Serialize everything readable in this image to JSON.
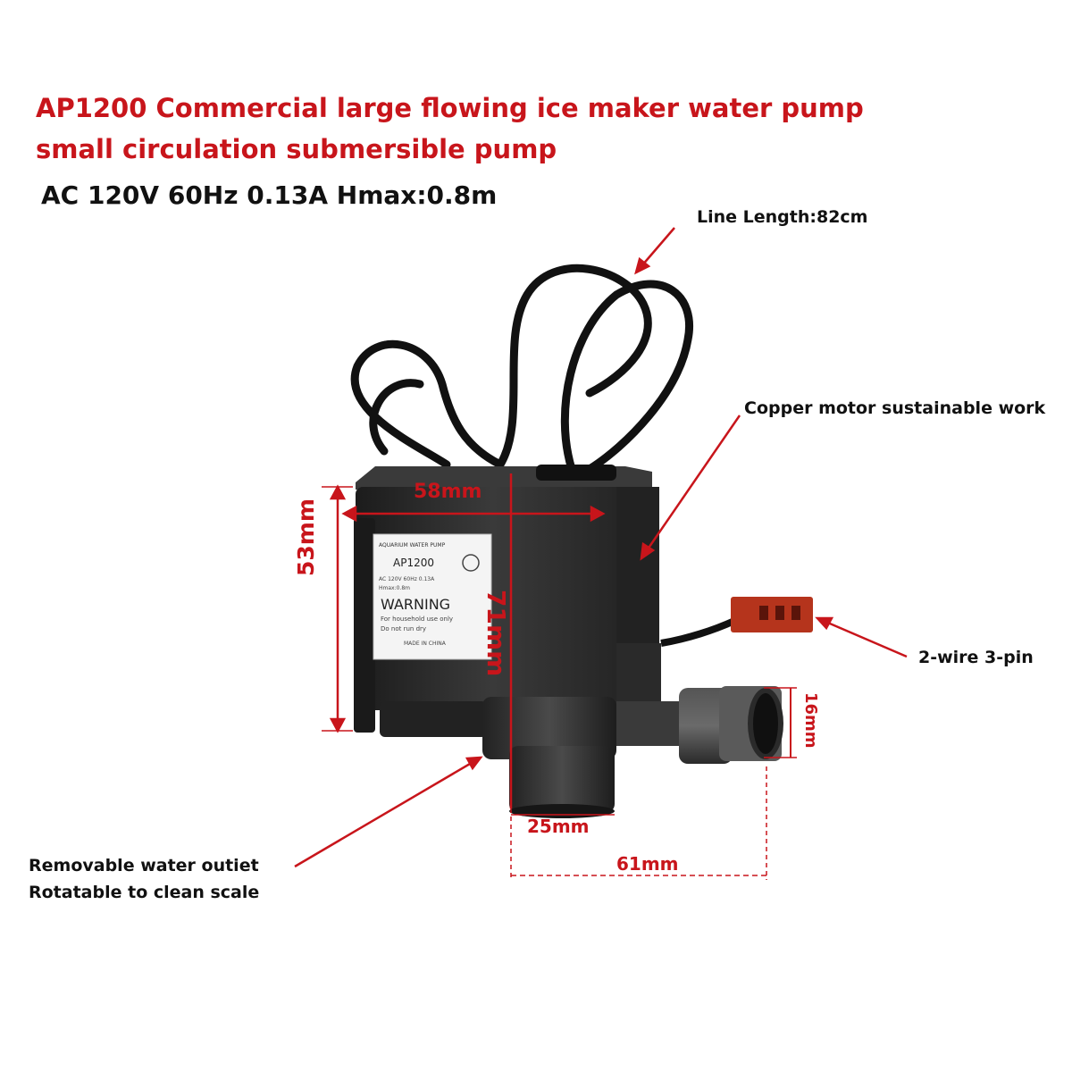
{
  "title": {
    "line1": "AP1200 Commercial large flowing ice maker water pump",
    "line2": "small circulation submersible pump"
  },
  "spec": "AC 120V 60Hz 0.13A Hmax:0.8m",
  "callouts": {
    "line_length": "Line Length:82cm",
    "copper_motor": "Copper motor sustainable work",
    "connector": "2-wire 3-pin",
    "outlet_line1": "Removable water outiet",
    "outlet_line2": "Rotatable to clean scale"
  },
  "dimensions": {
    "width": "58mm",
    "depth": "53mm",
    "height": "71mm",
    "inlet": "16mm",
    "outlet": "25mm",
    "spacing": "61mm"
  },
  "pump_label": {
    "header": "AQUARIUM WATER PUMP",
    "model": "AP1200",
    "rating": "AC 120V 60Hz 0.13A",
    "hmax": "Hmax:0.8m",
    "warning": "WARNING",
    "note1": "For household use only",
    "note2": "Do not run dry",
    "origin": "MADE IN CHINA"
  },
  "colors": {
    "accent": "#c8151b",
    "body": "#2b2b2b",
    "connector": "#b5341c"
  }
}
